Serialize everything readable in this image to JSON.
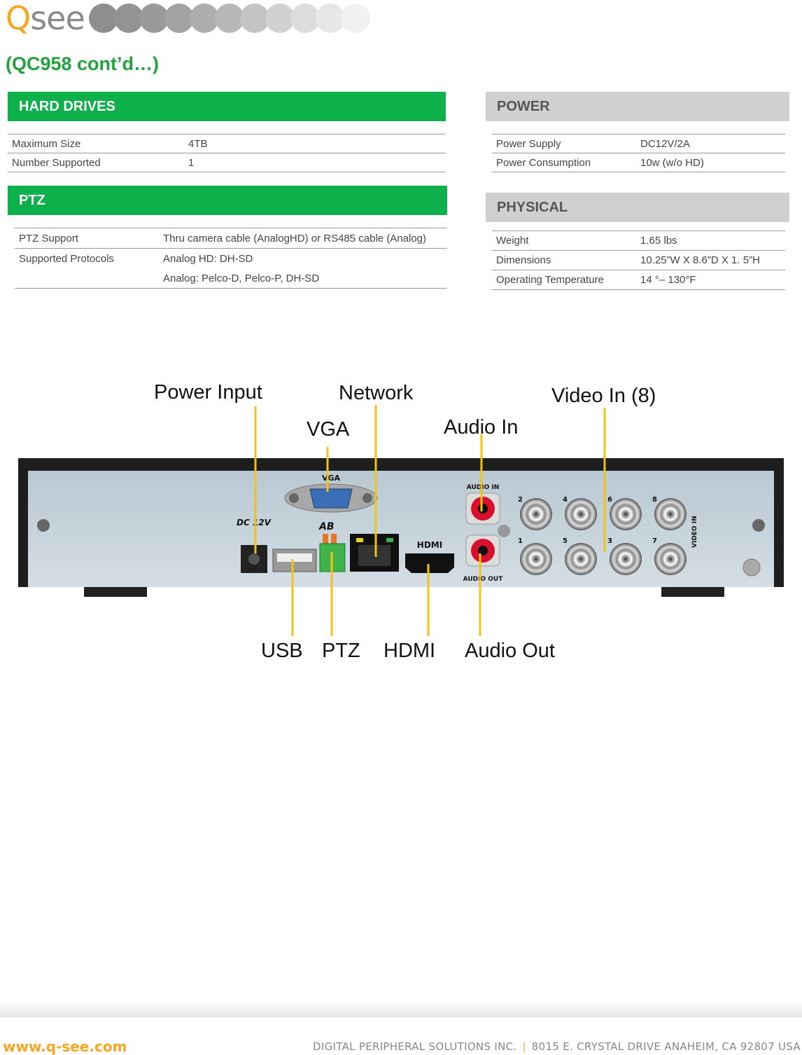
{
  "header": {
    "logo_q": "Q",
    "logo_rest": "see",
    "subtitle": "(QC958 cont’d…)"
  },
  "hard_drives": {
    "title": "HARD DRIVES",
    "rows": [
      {
        "label": "Maximum Size",
        "value": "4TB"
      },
      {
        "label": "Number Supported",
        "value": "1"
      }
    ]
  },
  "ptz": {
    "title": "PTZ",
    "rows": [
      {
        "label": "PTZ Support",
        "value": "Thru camera cable (AnalogHD) or RS485 cable (Analog)"
      },
      {
        "label": "Supported Protocols",
        "value": "Analog HD: DH-SD",
        "value2": "Analog: Pelco-D, Pelco-P, DH-SD"
      }
    ]
  },
  "power": {
    "title": "POWER",
    "rows": [
      {
        "label": "Power Supply",
        "value": "DC12V/2A"
      },
      {
        "label": "Power Consumption",
        "value": "10w (w/o HD)"
      }
    ]
  },
  "physical": {
    "title": "PHYSICAL",
    "rows": [
      {
        "label": "Weight",
        "value": "1.65 lbs"
      },
      {
        "label": "Dimensions",
        "value": "10.25”W X 8.6”D X 1. 5”H"
      },
      {
        "label": "Operating Temperature",
        "value": "14 °– 130°F"
      }
    ]
  },
  "diagram": {
    "callouts": {
      "power_input": "Power Input",
      "network": "Network",
      "video_in": "Video In (8)",
      "vga": "VGA",
      "audio_in": "Audio In",
      "usb": "USB",
      "ptz": "PTZ",
      "hdmi": "HDMI",
      "audio_out": "Audio Out"
    },
    "panel_labels": {
      "vga": "VGA",
      "dc": "DC 12V",
      "ab": "AB",
      "audio_in": "AUDIO IN",
      "audio_out": "AUDIO OUT",
      "hdmi": "HDMI",
      "video_in": "VIDEO IN",
      "bnc_numbers": [
        "2",
        "4",
        "6",
        "8",
        "1",
        "5",
        "3",
        "7"
      ]
    },
    "callout_color": "#f2c21b"
  },
  "footer": {
    "url": "www.q-see.com",
    "company": "DIGITAL PERIPHERAL SOLUTIONS INC.",
    "separator": "|",
    "address": "8015 E. CRYSTAL DRIVE ANAHEIM, CA 92807 USA"
  },
  "colors": {
    "green": "#0db04b",
    "grey_header": "#d0d0d0",
    "orange": "#f5a623"
  }
}
